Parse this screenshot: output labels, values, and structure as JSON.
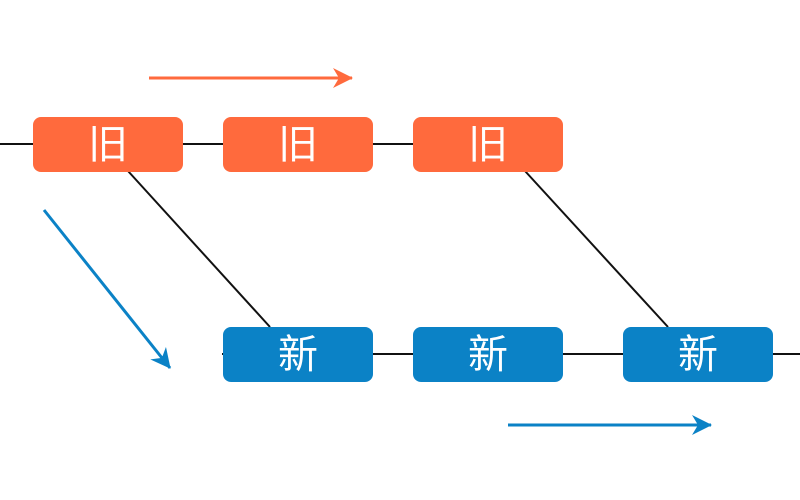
{
  "colors": {
    "old": "#ff6a3d",
    "new": "#0b82c6",
    "line": "#111111"
  },
  "old_nodes": [
    {
      "label": "旧"
    },
    {
      "label": "旧"
    },
    {
      "label": "旧"
    }
  ],
  "new_nodes": [
    {
      "label": "新"
    },
    {
      "label": "新"
    },
    {
      "label": "新"
    }
  ]
}
